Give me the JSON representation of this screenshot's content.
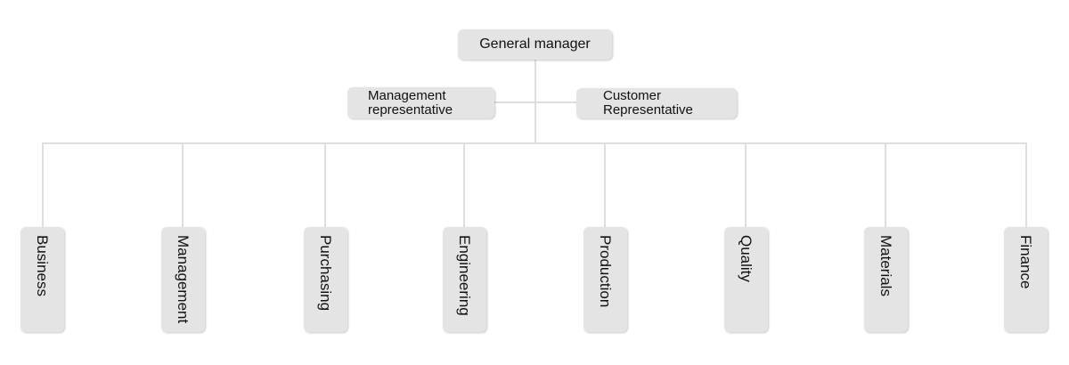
{
  "colors": {
    "node_fill": "#e4e4e4",
    "connector": "#dedede",
    "text": "#111111",
    "background": "#ffffff"
  },
  "org_chart": {
    "root": {
      "label": "General manager"
    },
    "assistants": {
      "left": {
        "line1": "Management",
        "line2": "representative"
      },
      "right": {
        "line1": "Customer",
        "line2": "Representative"
      }
    },
    "departments": [
      "Business",
      "Management",
      "Purchasing",
      "Engineering",
      "Production",
      "Quality",
      "Materials",
      "Finance"
    ]
  }
}
